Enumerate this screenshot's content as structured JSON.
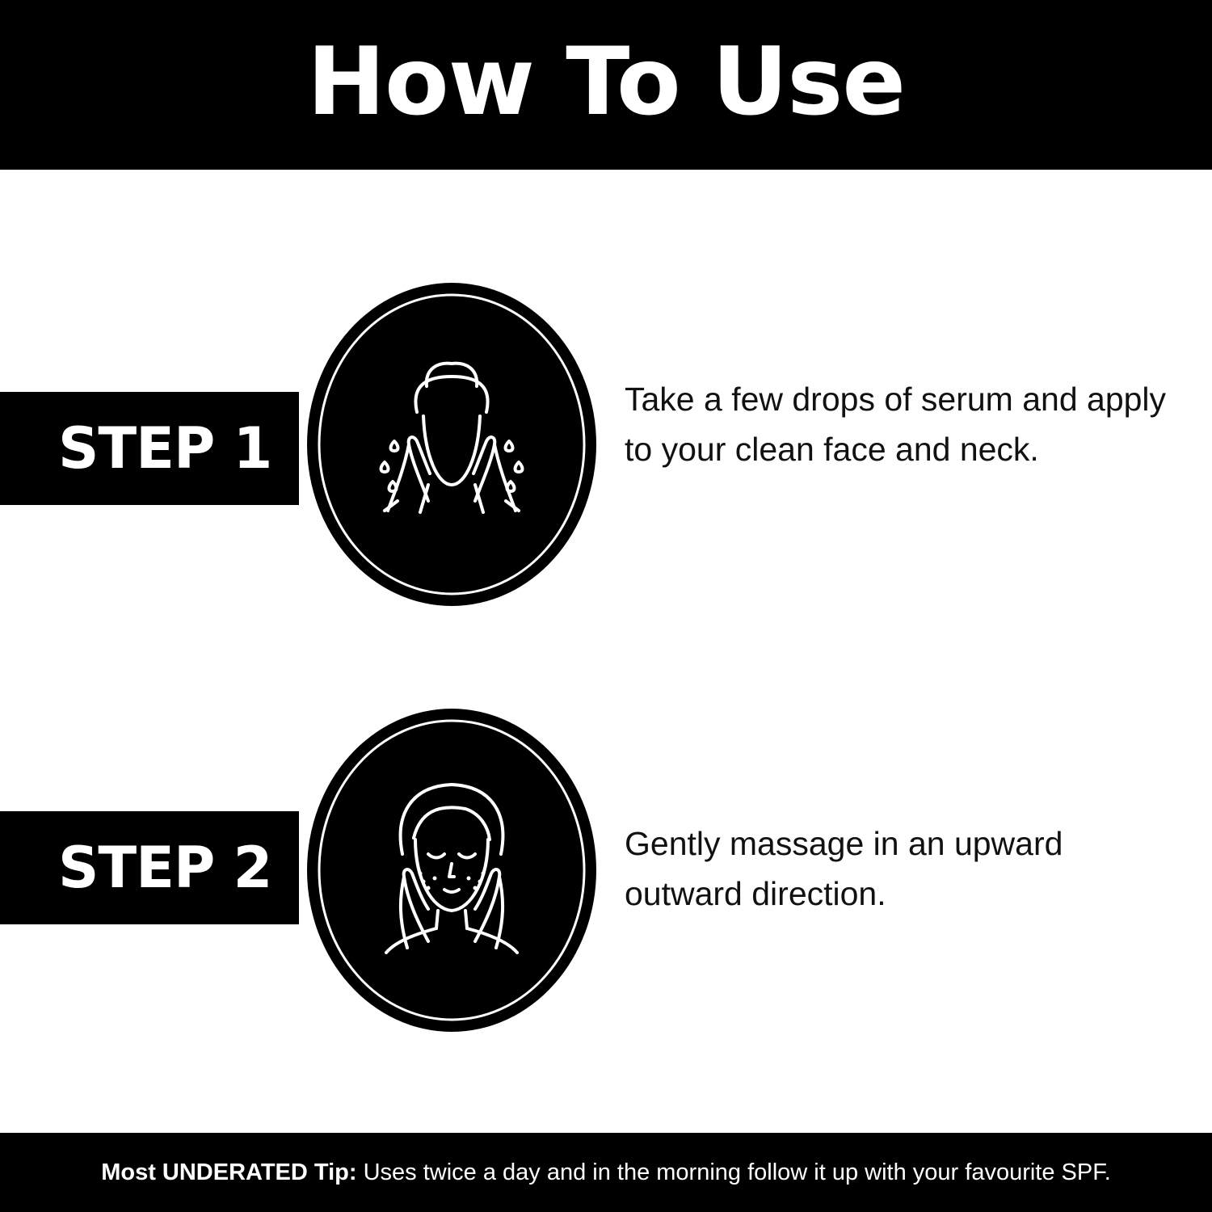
{
  "header": {
    "title": "How To Use"
  },
  "steps": [
    {
      "label": "STEP 1",
      "icon": "face-wash-icon",
      "description": "Take a few drops of serum and apply to your clean face and neck."
    },
    {
      "label": "STEP 2",
      "icon": "face-massage-icon",
      "description": "Gently massage in an upward outward direction."
    }
  ],
  "footer": {
    "tip_label": "Most UNDERATED Tip:",
    "tip_text": "Uses twice a day and in the morning follow it up with your favourite SPF."
  },
  "colors": {
    "background": "#ffffff",
    "banner": "#000000",
    "text_on_dark": "#ffffff",
    "body_text": "#111111"
  }
}
